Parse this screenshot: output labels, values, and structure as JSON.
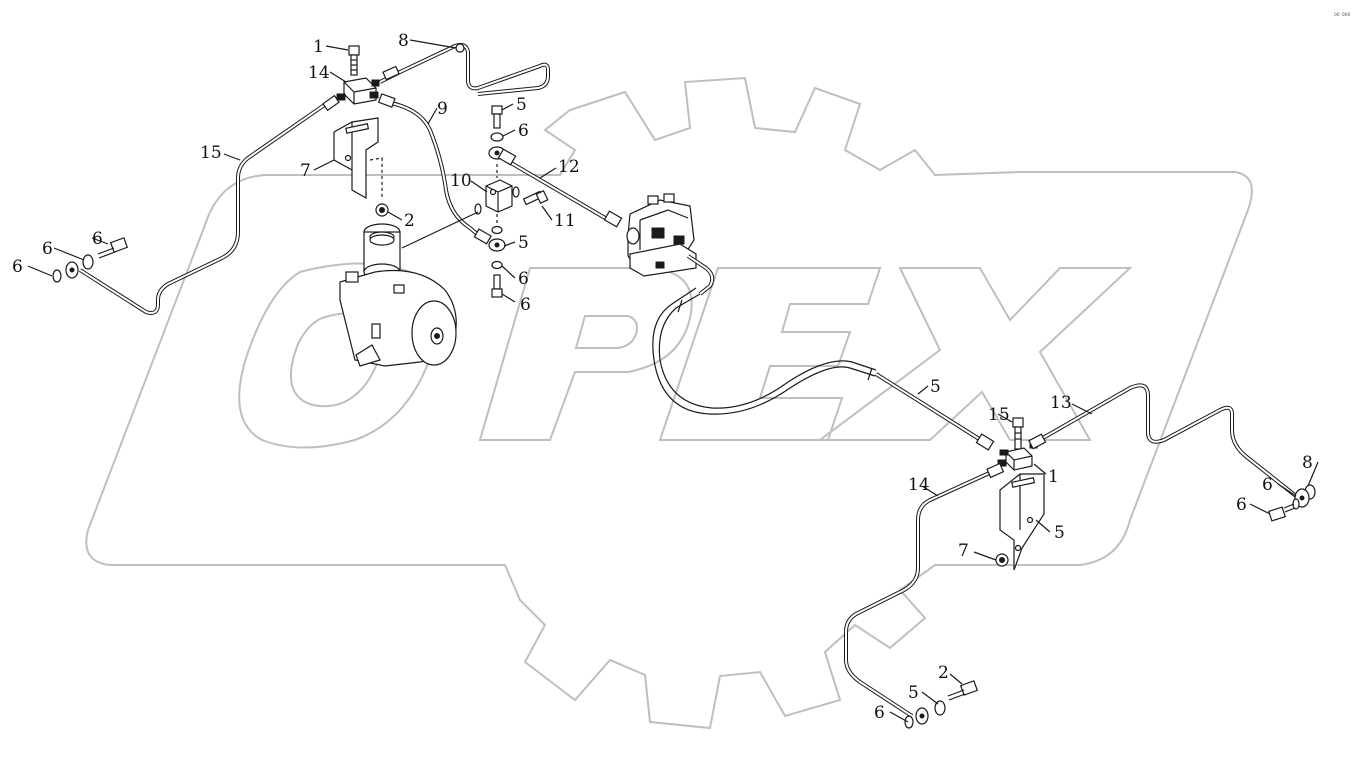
{
  "watermark": {
    "text": "OPEX",
    "color": "#bfbfbf"
  },
  "corner_mark": "₀₀ ₀₀₀",
  "callouts": [
    {
      "id": "c1a",
      "text": "1"
    },
    {
      "id": "c8a",
      "text": "8"
    },
    {
      "id": "c14a",
      "text": "14"
    },
    {
      "id": "c9",
      "text": "9"
    },
    {
      "id": "c5a",
      "text": "5"
    },
    {
      "id": "c6a",
      "text": "6"
    },
    {
      "id": "c15a",
      "text": "15"
    },
    {
      "id": "c12",
      "text": "12"
    },
    {
      "id": "c7a",
      "text": "7"
    },
    {
      "id": "c10",
      "text": "10"
    },
    {
      "id": "c2a",
      "text": "2"
    },
    {
      "id": "c11",
      "text": "11"
    },
    {
      "id": "c5b",
      "text": "5"
    },
    {
      "id": "c6b",
      "text": "6"
    },
    {
      "id": "c6c",
      "text": "6"
    },
    {
      "id": "c6d",
      "text": "6"
    },
    {
      "id": "c6e",
      "text": "6"
    },
    {
      "id": "c5c",
      "text": "5"
    },
    {
      "id": "c13",
      "text": "13"
    },
    {
      "id": "c15b",
      "text": "15"
    },
    {
      "id": "c1b",
      "text": "1"
    },
    {
      "id": "c14b",
      "text": "14"
    },
    {
      "id": "c8b",
      "text": "8"
    },
    {
      "id": "c6f",
      "text": "6"
    },
    {
      "id": "c6g",
      "text": "6"
    },
    {
      "id": "c5d",
      "text": "5"
    },
    {
      "id": "c7b",
      "text": "7"
    },
    {
      "id": "c2b",
      "text": "2"
    },
    {
      "id": "c5e",
      "text": "5"
    },
    {
      "id": "c6h",
      "text": "6"
    },
    {
      "id": "c6i",
      "text": "6"
    }
  ]
}
